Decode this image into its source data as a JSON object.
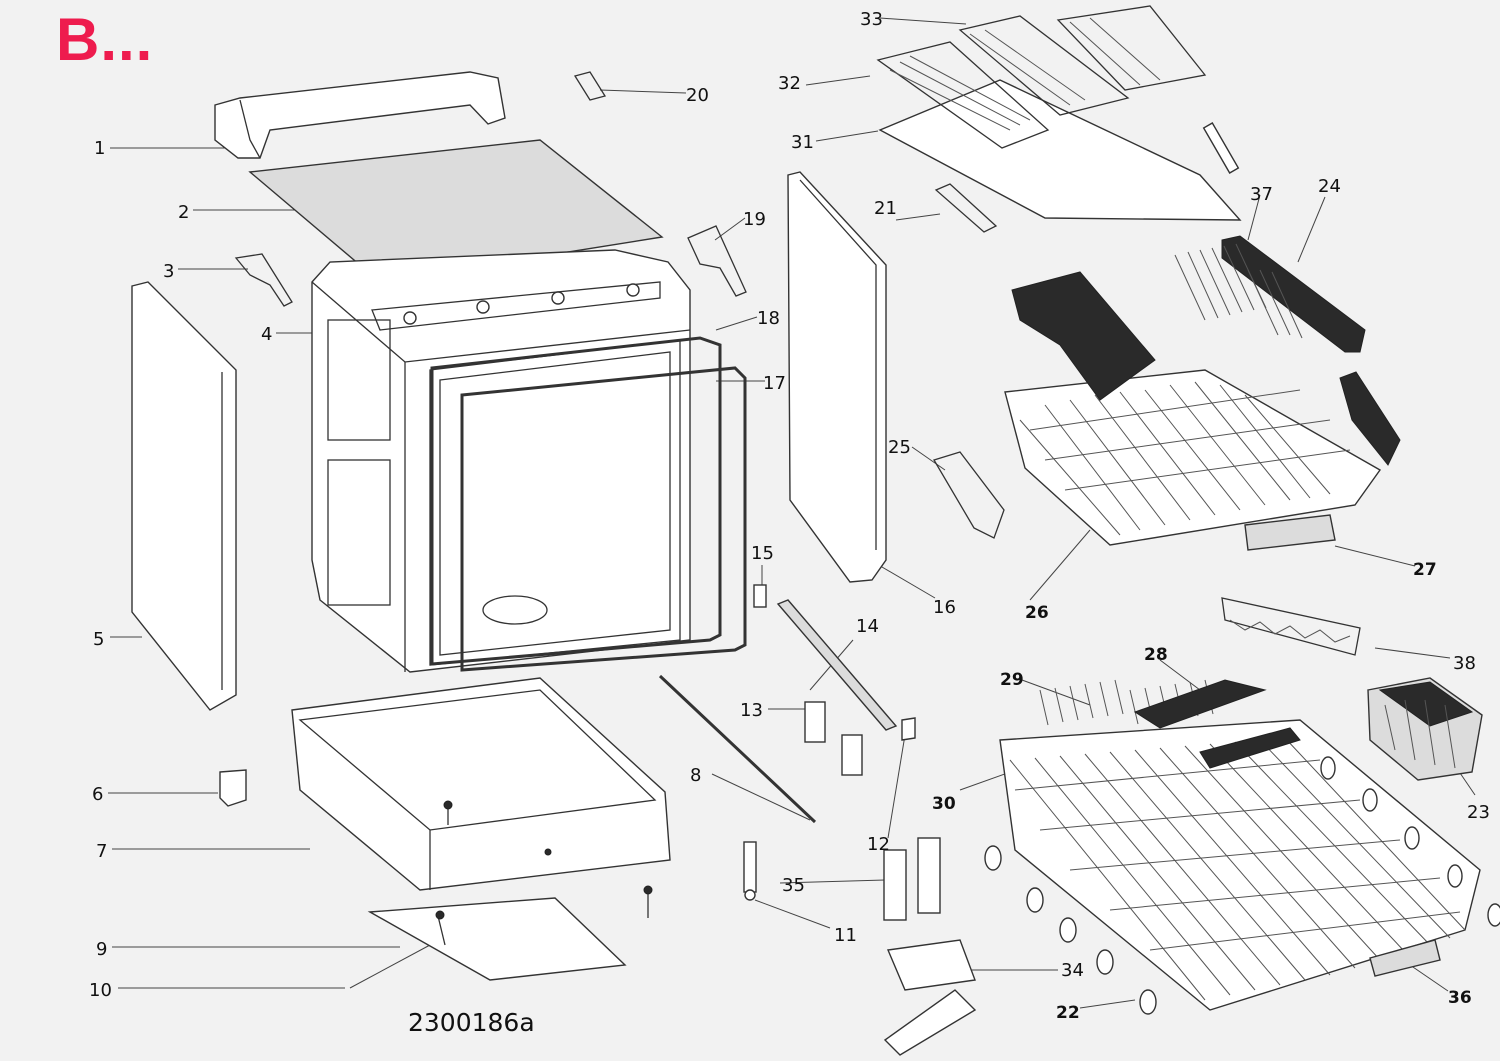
{
  "corner_title": "B...",
  "drawing_code": "2300186a",
  "callouts": [
    "1",
    "2",
    "3",
    "4",
    "5",
    "6",
    "7",
    "8",
    "9",
    "10",
    "11",
    "12",
    "13",
    "14",
    "15",
    "16",
    "17",
    "18",
    "19",
    "20",
    "21",
    "22",
    "23",
    "24",
    "25",
    "26",
    "27",
    "28",
    "29",
    "30",
    "31",
    "32",
    "33",
    "34",
    "35",
    "36",
    "37",
    "38"
  ]
}
